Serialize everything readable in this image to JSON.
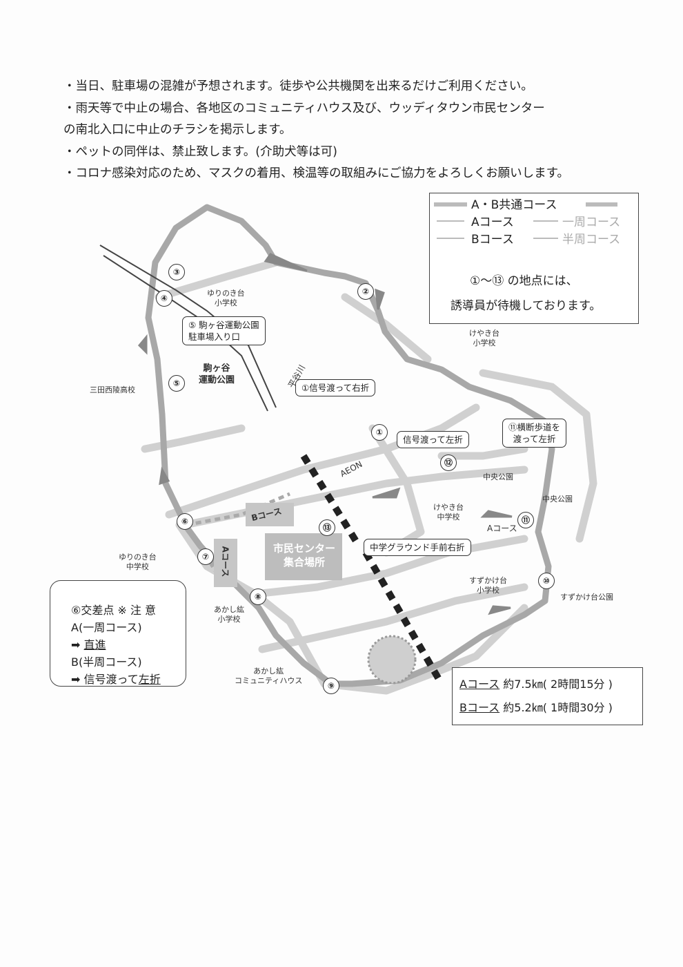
{
  "notes": [
    "・当日、駐車場の混雑が予想されます。徒歩や公共機関を出来るだけご利用ください。",
    "・雨天等で中止の場合、各地区のコミュニティハウス及び、ウッディタウン市民センター",
    "の南北入口に中止のチラシを掲示します。",
    "・ペットの同伴は、禁止致します。(介助犬等は可)",
    "・コロナ感染対応のため、マスクの着用、検温等の取組みにご協力をよろしくお願いします。"
  ],
  "legend": {
    "common": "A・B共通コース",
    "a_course": "Aコース",
    "a_course_note": "一周コース",
    "b_course": "Bコース",
    "b_course_note": "半周コース",
    "staff_line1": "①～⑬ の地点には、",
    "staff_line2": "誘導員が待機しております。"
  },
  "points": [
    "①",
    "②",
    "③",
    "④",
    "⑤",
    "⑥",
    "⑦",
    "⑧",
    "⑨",
    "⑩",
    "⑪",
    "⑫",
    "⑬"
  ],
  "places": {
    "yurinoki_elem": "ゆりのき台\n小学校",
    "komagatani_park": "駒ヶ谷\n運動公園",
    "sanda_nishi_hs": "三田西陵高校",
    "keyaki_elem": "けやき台\n小学校",
    "keyaki_jhs": "けやき台\n中学校",
    "yurinoki_jhs": "ゆりのき台\n中学校",
    "akashia_elem": "あかし紘\n小学校",
    "akashia_community": "あかし紘\nコミュニティハウス",
    "chuo_park1": "中央公園",
    "chuo_park2": "中央公園",
    "suzukake_elem": "すずかけ台\n小学校",
    "suzukake_park": "すずかけ台公園",
    "aeon": "AEON",
    "river": "平谷川",
    "center_line1": "市民センター",
    "center_line2": "集合場所",
    "b_course_label": "Bコース",
    "a_course_label_vertical": "Aコース",
    "a_course_label_right": "Aコース"
  },
  "callouts": {
    "point5": "⑤ 駒ヶ谷運動公園\n駐車場入り口",
    "point1": "①信号渡って右折",
    "turn_left": "信号渡って左折",
    "point11": "⑪横断歩道を\n渡って左折",
    "jhs_ground": "中学グラウンド手前右折"
  },
  "intersection6": {
    "title": "⑥交差点 ※ 注 意",
    "a_line": "A(一周コース)",
    "a_action": "直進",
    "b_line": "B(半周コース)",
    "b_action_prefix": "信号渡って",
    "b_action_emph": "左折"
  },
  "courses": {
    "a_name": "Aコース",
    "a_detail": " 約7.5㎞( 2時間15分 )",
    "b_name": "Bコース",
    "b_detail": " 約5.2㎞( 1時間30分 )"
  },
  "colors": {
    "road": "#c9c9c9",
    "route": "#9a9a9a",
    "ink": "#333333"
  }
}
